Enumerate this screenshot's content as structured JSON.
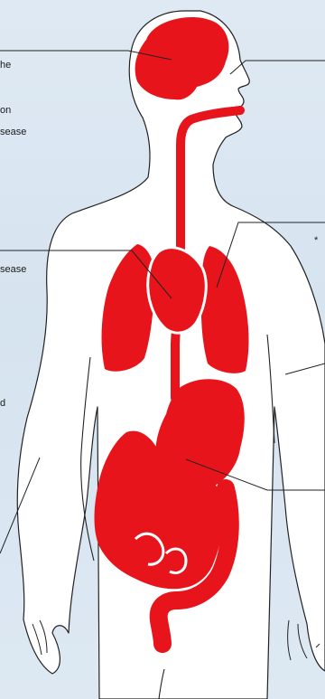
{
  "labels": {
    "brain": "he",
    "eye_line1": "on",
    "eye_line2": "sease",
    "heart": "sease",
    "stomach": "d",
    "lungs": "*"
  },
  "colors": {
    "organ": "#e8141b",
    "outline": "#222222",
    "body_fill": "#ffffff",
    "background": "#dce7f1"
  }
}
